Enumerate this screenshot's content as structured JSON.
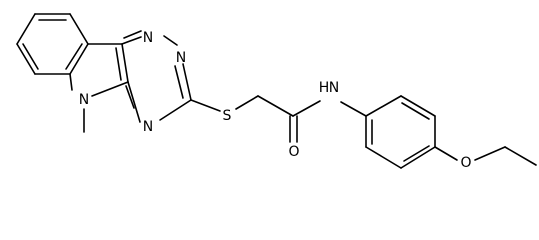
{
  "atoms": [
    {
      "id": "N1",
      "label": "N"
    },
    {
      "id": "N2",
      "label": "N"
    },
    {
      "id": "N4",
      "label": "N"
    },
    {
      "id": "N5",
      "label": "N"
    },
    {
      "id": "S",
      "label": "S"
    },
    {
      "id": "O",
      "label": "O"
    },
    {
      "id": "NH_N",
      "label": "N"
    },
    {
      "id": "NH_H",
      "label": "H"
    },
    {
      "id": "O_ether",
      "label": "O"
    }
  ]
}
